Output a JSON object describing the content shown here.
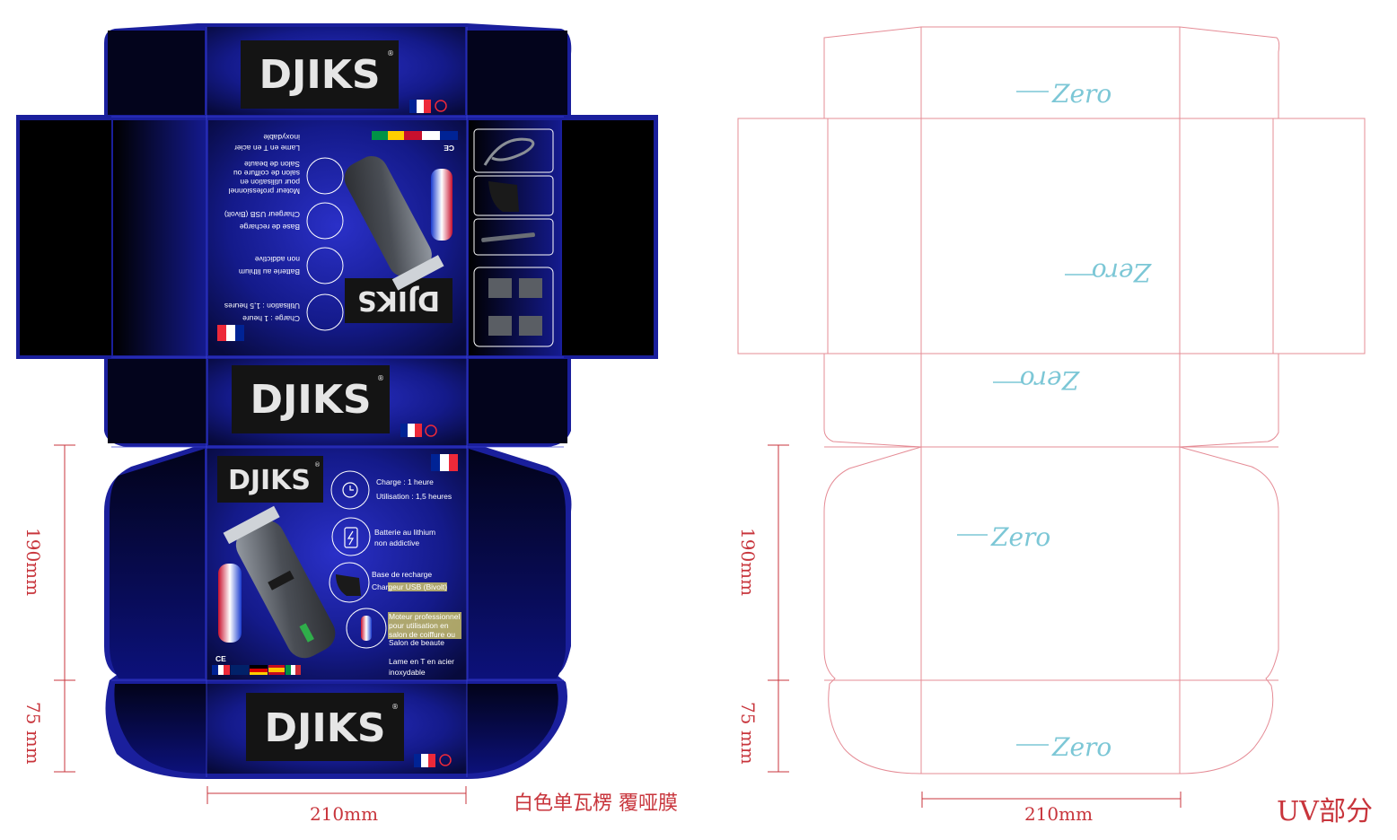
{
  "brand": {
    "name": "DJIKS",
    "logo_text": "DJIKS",
    "registered": "®"
  },
  "specs": [
    {
      "icon": "clock-icon",
      "lines": [
        "Charge : 1 heure",
        "Utilisation : 1,5 heures"
      ]
    },
    {
      "icon": "battery-icon",
      "lines": [
        "Batterie au lithium",
        "non addictive"
      ]
    },
    {
      "icon": "charging-base-icon",
      "lines": [
        "Base de recharge",
        "Chargeur USB (Bivolt)"
      ]
    },
    {
      "icon": "motor-icon",
      "lines": [
        "Moteur professionnel",
        "pour utilisation en",
        "salon de coiffure ou",
        "Salon de beaute"
      ]
    },
    {
      "icon": "blade-icon",
      "lines": [
        "Lame en T en acier",
        "inoxydable"
      ]
    }
  ],
  "certifications": "CE",
  "dimensions": {
    "width": "210mm",
    "height_main": "190mm",
    "height_flap": "75 mm"
  },
  "notes": {
    "material": "白色单瓦楞 覆哑膜",
    "uv_part": "UV部分"
  },
  "uv_marks": [
    "Zero",
    "Zero",
    "Zero",
    "Zero"
  ],
  "colors": {
    "box_blue": "#1a1f9c",
    "panel_dark": "#04061e",
    "dieline": "#e58c96",
    "dimension": "#c8353c",
    "uv_text": "#7cc7d6"
  }
}
